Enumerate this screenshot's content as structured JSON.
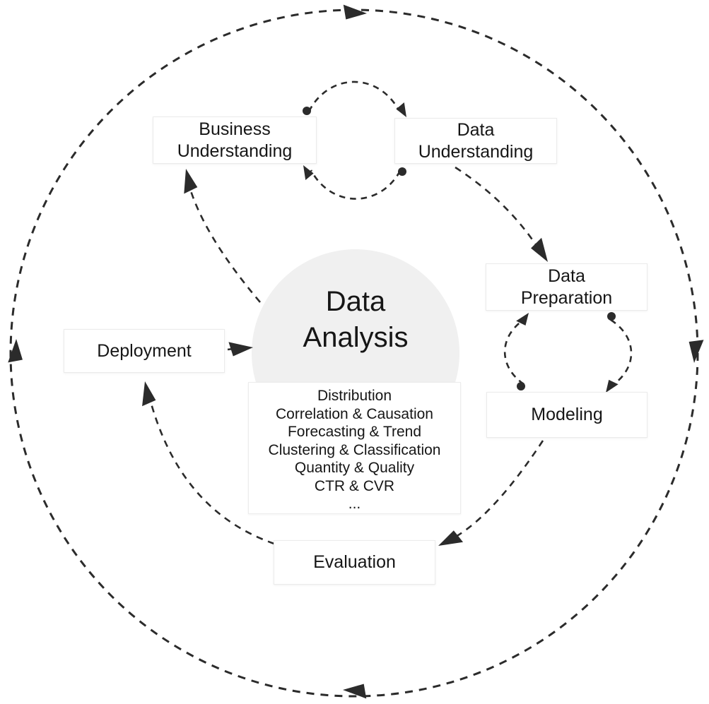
{
  "diagram": {
    "title_note": "Data analysis process cycle diagram",
    "center": {
      "title": "Data\nAnalysis",
      "topics": [
        "Distribution",
        "Correlation & Causation",
        "Forecasting & Trend",
        "Clustering & Classification",
        "Quantity & Quality",
        "CTR & CVR",
        "..."
      ]
    },
    "nodes": {
      "business_understanding": {
        "label": "Business\nUnderstanding"
      },
      "data_understanding": {
        "label": "Data\nUnderstanding"
      },
      "data_preparation": {
        "label": "Data\nPreparation"
      },
      "modeling": {
        "label": "Modeling"
      },
      "evaluation": {
        "label": "Evaluation"
      },
      "deployment": {
        "label": "Deployment"
      }
    },
    "edges": [
      {
        "from": "business_understanding",
        "to": "data_understanding",
        "form": "small-dashed-cycle-clockwise"
      },
      {
        "from": "data_understanding",
        "to": "business_understanding",
        "form": "small-dashed-cycle-clockwise"
      },
      {
        "from": "data_understanding",
        "to": "data_preparation",
        "form": "dashed-arrow"
      },
      {
        "from": "data_preparation",
        "to": "modeling",
        "form": "small-dashed-cycle-clockwise"
      },
      {
        "from": "modeling",
        "to": "data_preparation",
        "form": "small-dashed-cycle-clockwise"
      },
      {
        "from": "modeling",
        "to": "evaluation",
        "form": "dashed-arrow"
      },
      {
        "from": "evaluation",
        "to": "deployment",
        "form": "dashed-arrow"
      },
      {
        "from": "deployment",
        "to": "data_analysis_center",
        "form": "dashed-arrow"
      },
      {
        "from": "data_analysis_center",
        "to": "business_understanding",
        "form": "dashed-arrow"
      },
      {
        "name": "process-loop",
        "form": "outer-dashed-circle-clockwise-4-arrowheads"
      }
    ],
    "colors": {
      "line": "#2b2b2b",
      "node_background": "#ffffff",
      "node_border": "#ebebeb",
      "center_circle_fill": "#f0f0f0",
      "text": "#161616",
      "page_background": "#ffffff"
    }
  }
}
